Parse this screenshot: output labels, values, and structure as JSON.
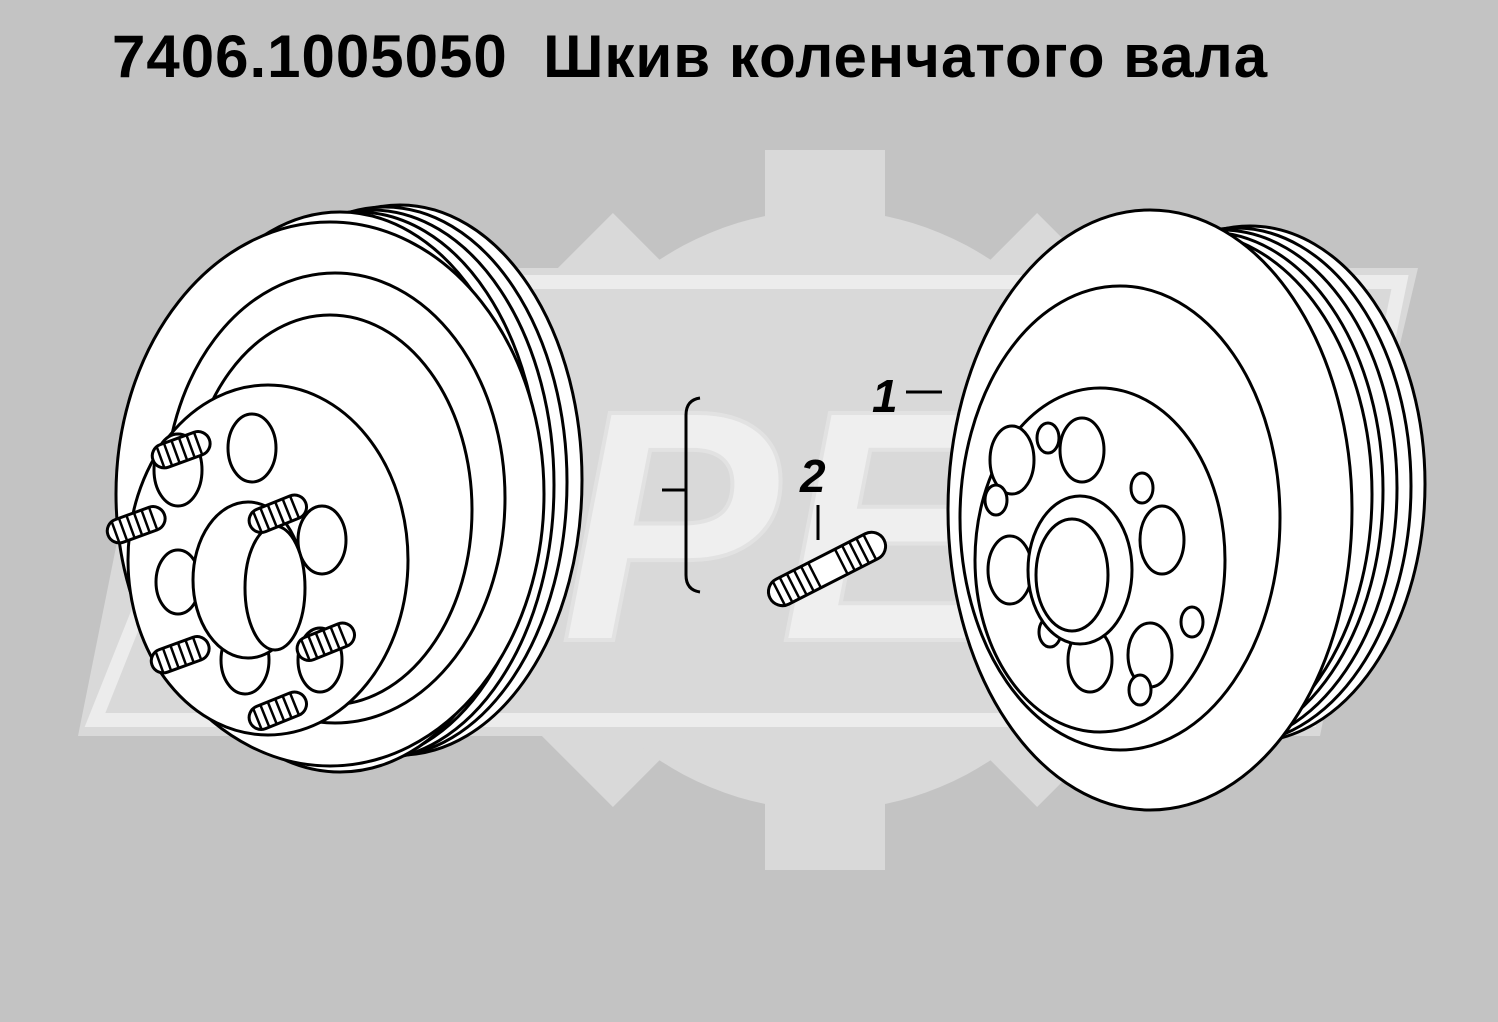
{
  "title": {
    "part_number": "7406.1005050",
    "part_name": "Шкив коленчатого вала"
  },
  "callouts": [
    {
      "id": "1",
      "label": "1"
    },
    {
      "id": "2",
      "label": "2"
    }
  ],
  "watermark": {
    "text": "PEX"
  },
  "colors": {
    "background": "#c3c3c3",
    "watermark": "#d9d9d9",
    "part_fill": "#ffffff",
    "line": "#000000"
  }
}
